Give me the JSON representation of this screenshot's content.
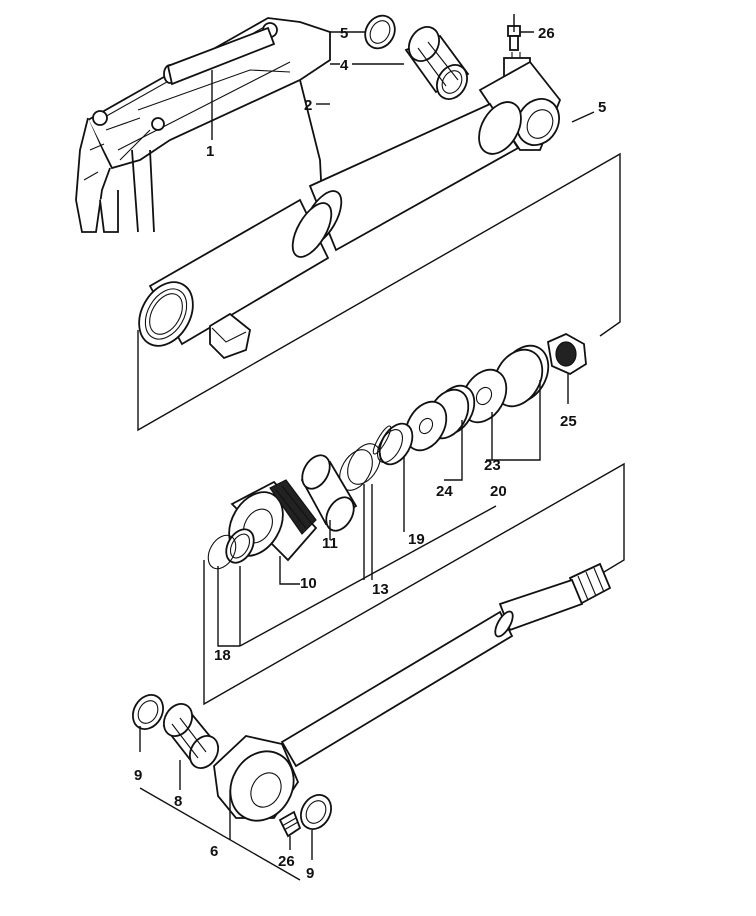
{
  "diagram": {
    "labels": {
      "l1": "1",
      "l2": "2",
      "l4": "4",
      "l5a": "5",
      "l5b": "5",
      "l26a": "26",
      "l25": "25",
      "l24": "24",
      "l23": "23",
      "l20": "20",
      "l19": "19",
      "l13": "13",
      "l11": "11",
      "l10": "10",
      "l18": "18",
      "l9a": "9",
      "l8": "8",
      "l6": "6",
      "l26b": "26",
      "l9b": "9"
    }
  }
}
